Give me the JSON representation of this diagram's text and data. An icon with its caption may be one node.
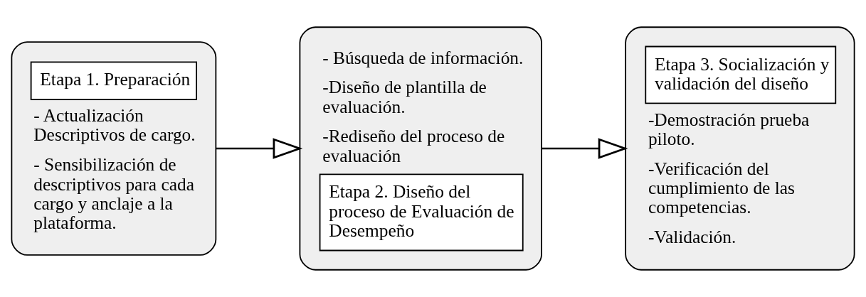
{
  "diagram": {
    "nodes": [
      {
        "text": [
          "Etapa 1. Preparación",
          "- Actualización Descriptivos de cargo.",
          "- Sensibilización de descriptivos para cada cargo y anclaje a la plataforma."
        ]
      },
      {
        "text": [
          "- Búsqueda de información.",
          "-Diseño de plantilla de evaluación.",
          "-Rediseño del proceso de evaluación",
          "Etapa 2. Diseño del proceso de Evaluación de Desempeño"
        ]
      },
      {
        "text": [
          "Etapa 3. Socialización y validación del diseño",
          "-Demostración prueba piloto.",
          "-Verificación del cumplimiento de las competencias.",
          "-Validación."
        ]
      }
    ],
    "edges": [
      {
        "from": 0,
        "to": 1,
        "arrow": "to"
      },
      {
        "from": 1,
        "to": 2,
        "arrow": "to"
      }
    ]
  }
}
